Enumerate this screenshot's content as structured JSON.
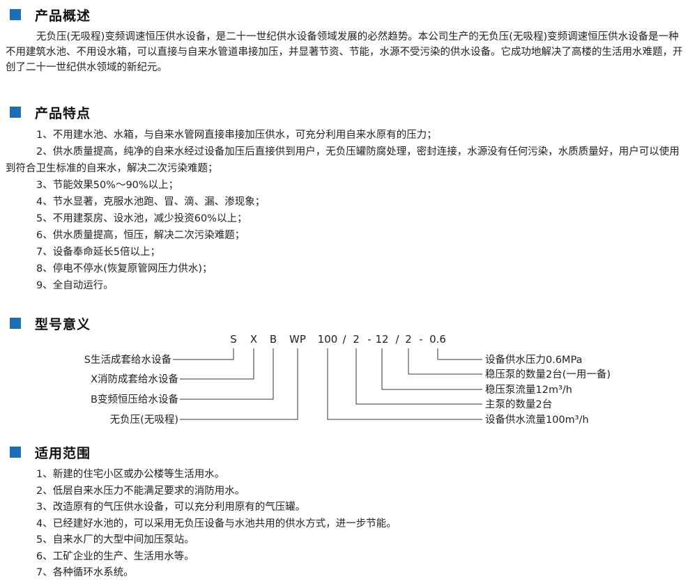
{
  "accent_color": "#1a6fb7",
  "overview": {
    "title": "产品概述",
    "text": "无负压(无吸程)变频调速恒压供水设备，是二十一世纪供水设备领域发展的必然趋势。本公司生产的无负压(无吸程)变频调速恒压供水设备是一种不用建筑水池、不用设水箱，可以直接与自来水管道串接加压，并显著节资、节能，水源不受污染的供水设备。它成功地解决了高楼的生活用水难题，开创了二十一世纪供水领域的新纪元。"
  },
  "features": {
    "title": "产品特点",
    "items": [
      "1、不用建水池、水箱，与自来水管网直接串接加压供水，可充分利用自来水原有的压力；",
      "2、供水质量提高，纯净的自来水经过设备加压后直接供到用户，无负压罐防腐处理，密封连接，水源没有任何污染，水质质量好，用户可以使用到符合卫生标准的自来水，解决二次污染难题；",
      "3、节能效果50%～90%以上；",
      "4、节水显著，克服水池跑、冒、滴、漏、渗现象；",
      "5、不用建泵房、设水池，减少投资60%以上；",
      "6、供水质量提高，恒压，解决二次污染难题；",
      "7、设备奉命延长5倍以上；",
      "8、停电不停水(恢复原管网压力供水)；",
      "9、全自动运行。"
    ]
  },
  "model": {
    "title": "型号意义",
    "code_parts": [
      "S",
      "X",
      "B",
      "WP",
      "100",
      "/",
      "2",
      "-",
      "12",
      "/",
      "2",
      "-",
      "0.6"
    ],
    "left_labels": [
      "S生活成套给水设备",
      "X消防成套给水设备",
      "B变频恒压给水设备",
      "无负压(无吸程)"
    ],
    "right_labels": [
      "设备供水压力0.6MPa",
      "稳压泵的数量2台(一用一备)",
      "稳压泵流量12m³/h",
      "主泵的数量2台",
      "设备供水流量100m³/h"
    ]
  },
  "scope": {
    "title": "适用范围",
    "items": [
      "1、新建的住宅小区或办公楼等生活用水。",
      "2、低层自来水压力不能满足要求的消防用水。",
      "3、改造原有的气压供水设备，可以充分利用原有的气压罐。",
      "4、已经建好水池的，可以采用无负压设备与水池共用的供水方式，进一步节能。",
      "5、自来水厂的大型中间加压泵站。",
      "6、工矿企业的生产、生活用水等。",
      "7、各种循环水系统。"
    ]
  }
}
